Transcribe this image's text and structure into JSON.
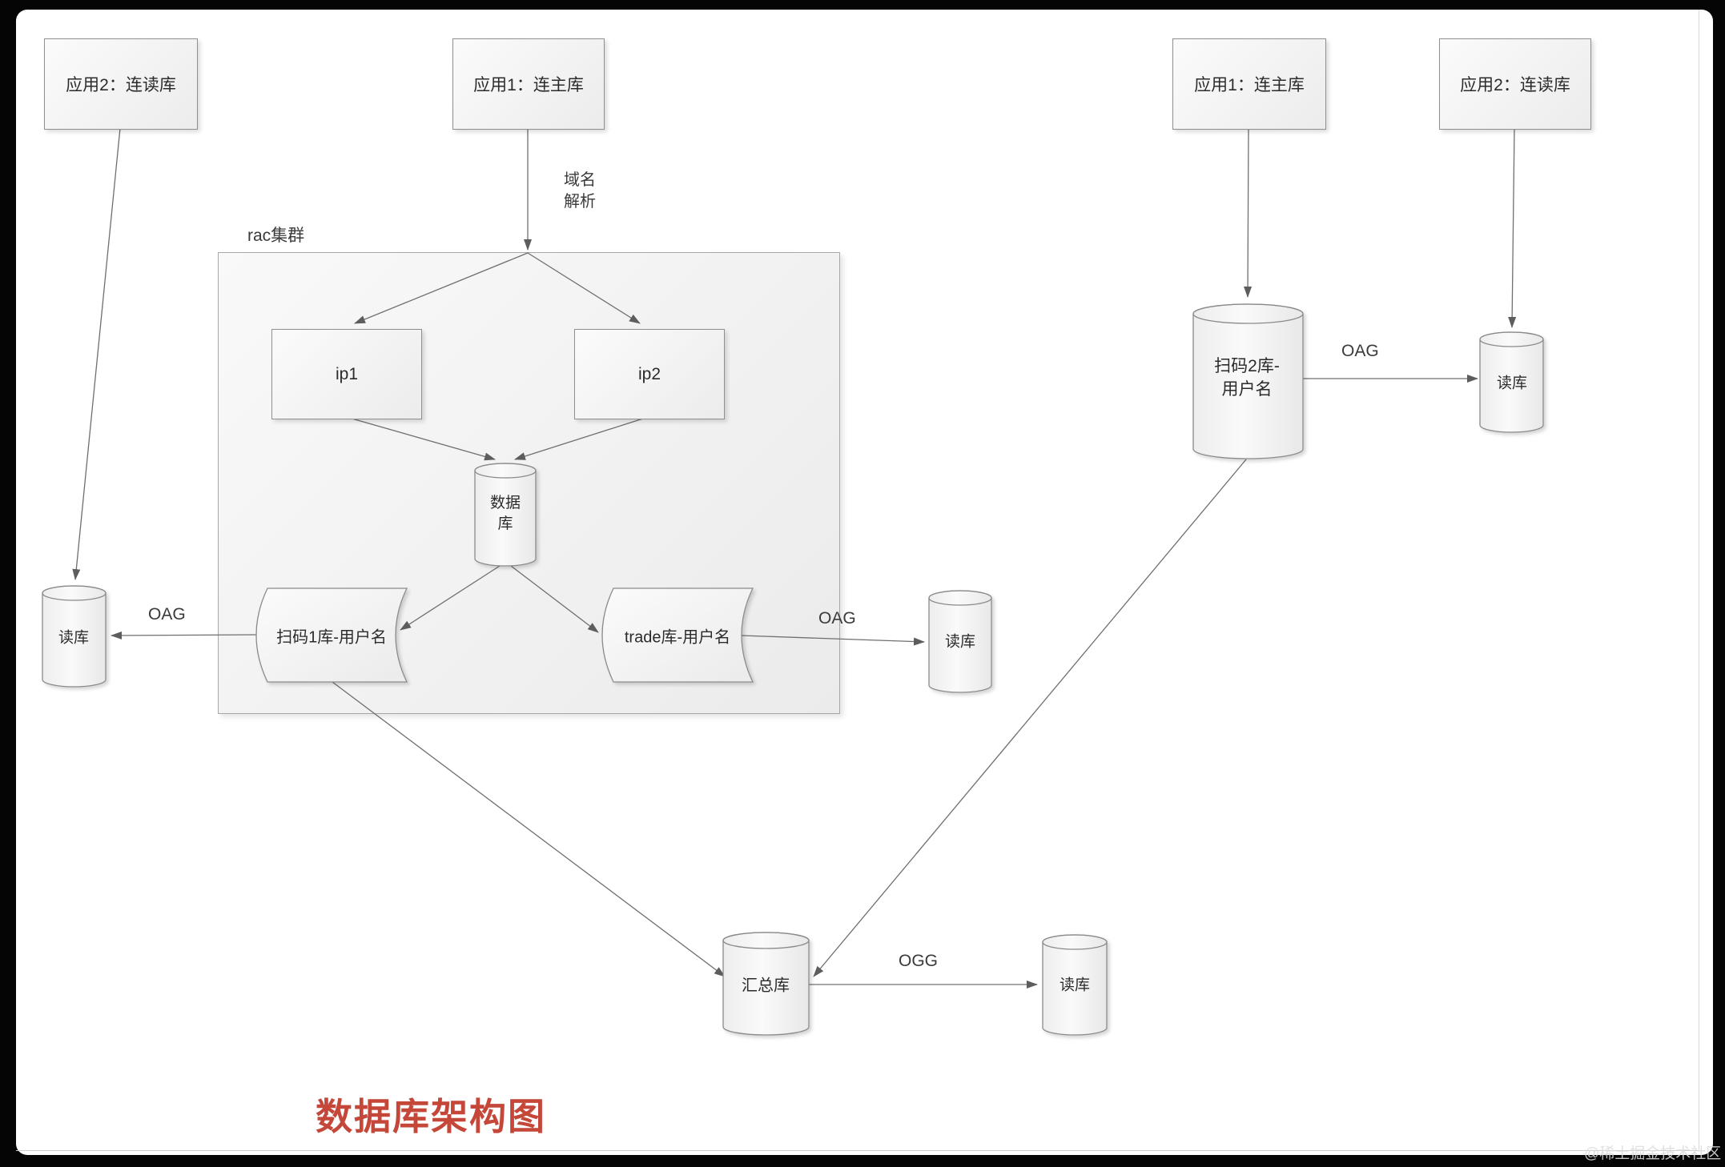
{
  "diagram": {
    "title": {
      "text": "数据库架构图",
      "color": "#c4473a"
    },
    "watermark": "@稀土掘金技术社区",
    "labels": {
      "rac_group": "rac集群",
      "dns": "域名\n解析",
      "oag_left": "OAG",
      "oag_mid": "OAG",
      "oag_right": "OAG",
      "ogg": "OGG"
    },
    "app_nodes": {
      "left_app2": "应用2：连读库",
      "center_app1": "应用1：连主库",
      "right_app1": "应用1：连主库",
      "right_app2": "应用2：连读库"
    },
    "rac_cluster": {
      "ip1": "ip1",
      "ip2": "ip2",
      "database": "数据\n库",
      "scan1": "扫码1库-用户名",
      "trade": "trade库-用户名"
    },
    "databases": {
      "read_left": "读库",
      "read_mid": "读库",
      "read_right": "读库",
      "read_bottom": "读库",
      "scan2": "扫码2库-\n用户名",
      "summary": "汇总库"
    }
  }
}
